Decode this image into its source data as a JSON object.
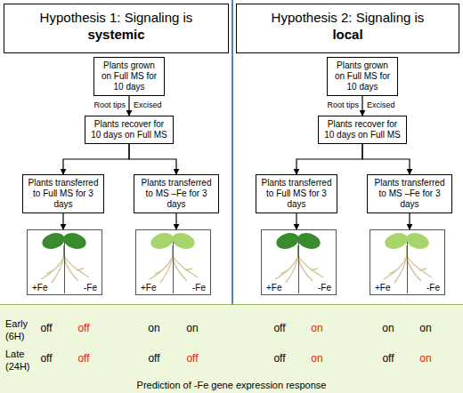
{
  "diagram": {
    "nodes": [
      {
        "text": [
          "Hypothesis 1: Signaling is",
          "systemic"
        ]
      },
      {
        "text": [
          "Plants grown on Full MS for 10 days"
        ]
      },
      {
        "text": [
          "Plants recover for 10 days on Full MS"
        ]
      },
      {
        "text": [
          "Plants transferred to Full MS for 3 days"
        ]
      },
      {
        "text": [
          "Plants transferred to MS –Fe for 3 days"
        ]
      },
      {
        "text": [
          "+Fe",
          "-Fe"
        ]
      },
      {
        "text": [
          "+Fe",
          "-Fe"
        ]
      },
      {
        "text": [
          "Hypothesis 2: Signaling is",
          "local"
        ]
      },
      {
        "text": [
          "Plants grown on Full MS for 10 days"
        ]
      },
      {
        "text": [
          "Plants recover for 10 days on Full MS"
        ]
      },
      {
        "text": [
          "Plants transferred to Full MS for 3 days"
        ]
      },
      {
        "text": [
          "Plants transferred to MS –Fe for 3 days"
        ]
      },
      {
        "text": [
          "+Fe",
          "-Fe"
        ]
      },
      {
        "text": [
          "+Fe",
          "-Fe"
        ]
      },
      {
        "text": [
          "Prediction of -Fe gene expression response"
        ]
      }
    ],
    "edges": [
      {
        "from": 1,
        "to": 2,
        "arrow": "to"
      },
      {
        "from": 2,
        "to": 3,
        "arrow": "to"
      },
      {
        "from": 2,
        "to": 4,
        "arrow": "to"
      },
      {
        "from": 3,
        "to": 5,
        "arrow": "to"
      },
      {
        "from": 4,
        "to": 6,
        "arrow": "to"
      },
      {
        "from": 8,
        "to": 9,
        "arrow": "to"
      },
      {
        "from": 9,
        "to": 10,
        "arrow": "to"
      },
      {
        "from": 9,
        "to": 11,
        "arrow": "to"
      },
      {
        "from": 10,
        "to": 12,
        "arrow": "to"
      },
      {
        "from": 11,
        "to": 13,
        "arrow": "to"
      }
    ],
    "labels": [
      "Root tips",
      "Excised",
      "Root tips",
      "Excised",
      "Early (6H)",
      "Late (24H)",
      "off",
      "off",
      "on",
      "on",
      "off",
      "on",
      "on",
      "on",
      "off",
      "off",
      "off",
      "off",
      "off",
      "on",
      "off",
      "on"
    ]
  }
}
